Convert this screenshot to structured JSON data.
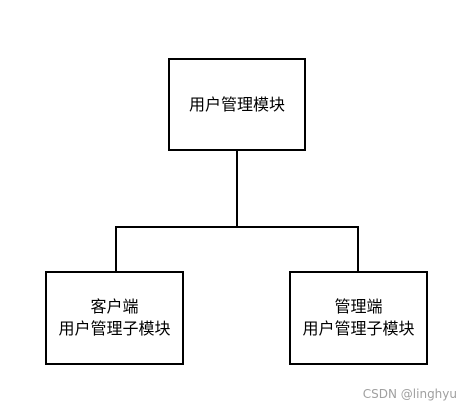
{
  "diagram": {
    "root": {
      "label": "用户管理模块"
    },
    "children": [
      {
        "line1": "客户端",
        "line2": "用户管理子模块"
      },
      {
        "line1": "管理端",
        "line2": "用户管理子模块"
      }
    ]
  },
  "watermark": "CSDN @linghyu",
  "colors": {
    "stroke": "#000000",
    "background": "#ffffff",
    "watermark": "#a0a0a0"
  }
}
